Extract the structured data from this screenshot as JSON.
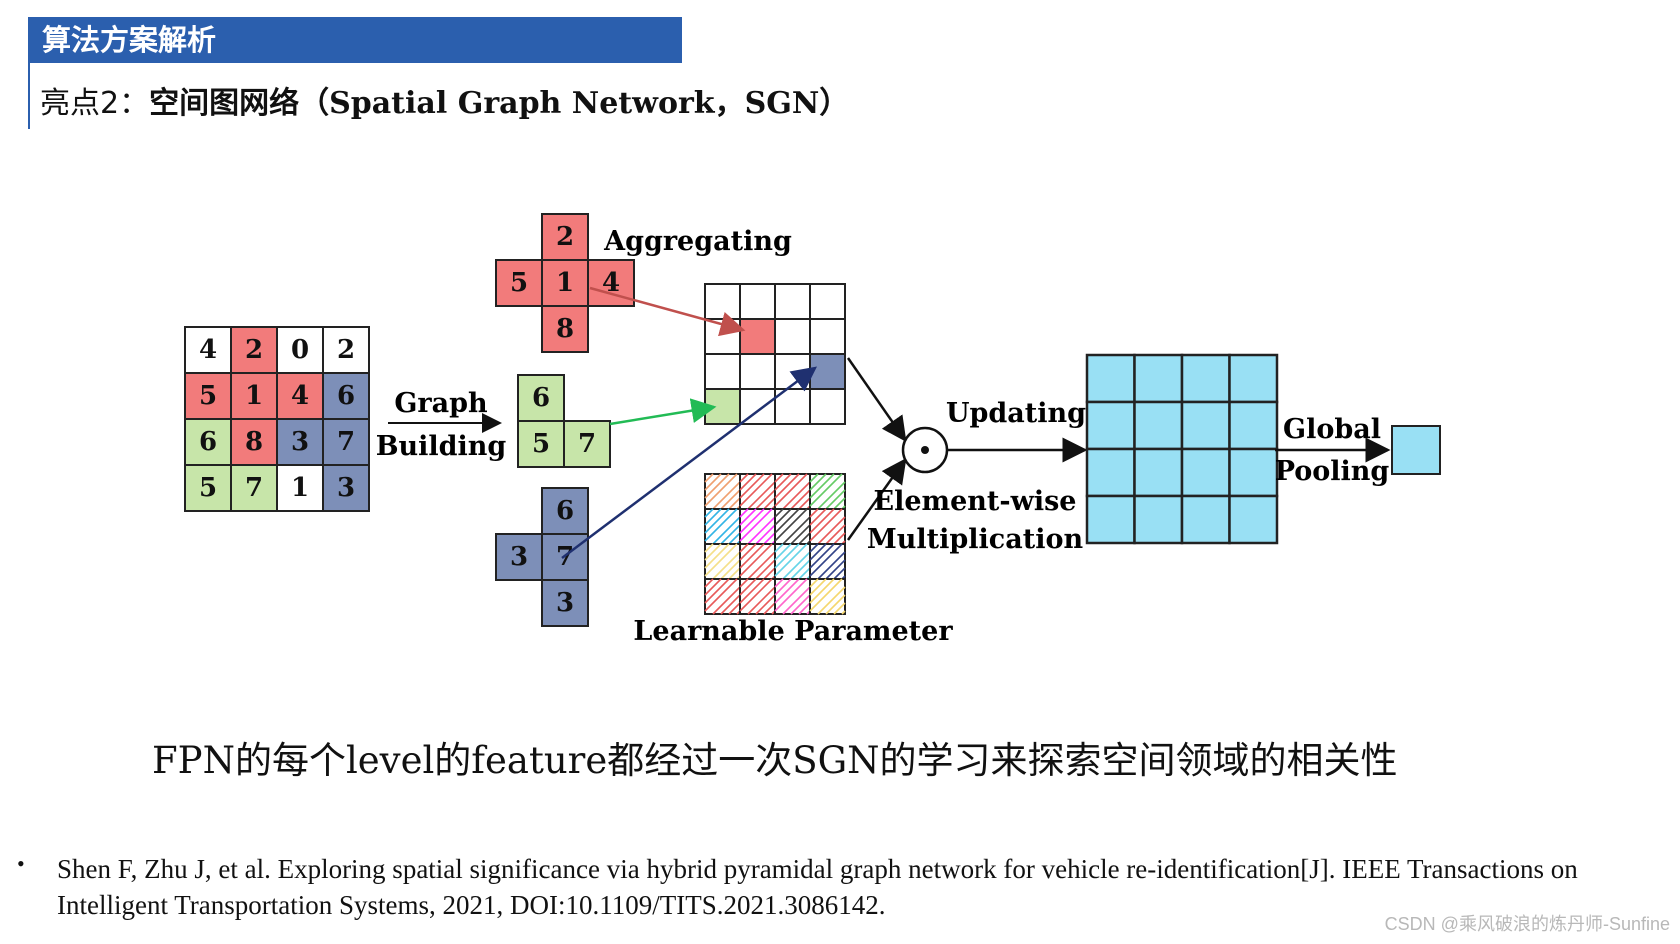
{
  "colors": {
    "title_bg": "#2b5fae",
    "red": "#f27b7b",
    "green": "#c7e5a9",
    "blue": "#7d8fb8",
    "cyan": "#99e0f4"
  },
  "header": {
    "title": "算法方案解析",
    "subtitle_prefix": "亮点2：",
    "subtitle_bold": "空间图网络（Spatial Graph Network，SGN）"
  },
  "diagram": {
    "input_grid": [
      [
        {
          "v": "4",
          "c": "w"
        },
        {
          "v": "2",
          "c": "r"
        },
        {
          "v": "0",
          "c": "w"
        },
        {
          "v": "2",
          "c": "w"
        }
      ],
      [
        {
          "v": "5",
          "c": "r"
        },
        {
          "v": "1",
          "c": "r"
        },
        {
          "v": "4",
          "c": "r"
        },
        {
          "v": "6",
          "c": "b"
        }
      ],
      [
        {
          "v": "6",
          "c": "g"
        },
        {
          "v": "8",
          "c": "r"
        },
        {
          "v": "3",
          "c": "b"
        },
        {
          "v": "7",
          "c": "b"
        }
      ],
      [
        {
          "v": "5",
          "c": "g"
        },
        {
          "v": "7",
          "c": "g"
        },
        {
          "v": "1",
          "c": "w"
        },
        {
          "v": "3",
          "c": "b"
        }
      ]
    ],
    "graph_label_1": "Graph",
    "graph_label_2": "Building",
    "red_cross": {
      "top": "2",
      "left": "5",
      "center": "1",
      "right": "4",
      "bottom": "8"
    },
    "green_shape": {
      "top": "6",
      "bottom_left": "5",
      "bottom_right": "7"
    },
    "blue_shape": {
      "top": "6",
      "left": "3",
      "center": "7",
      "bottom": "3"
    },
    "aggregating_label": "Aggregating",
    "element_wise_1": "Element-wise",
    "element_wise_2": "Multiplication",
    "updating_label": "Updating",
    "learnable_label": "Learnable Parameter",
    "global_label_1": "Global",
    "global_label_2": "Pooling",
    "hatch_colors": [
      [
        "#f0a070",
        "#e85a5a",
        "#e85a5a",
        "#66cc66"
      ],
      [
        "#33b5e5",
        "#ff33ff",
        "#444444",
        "#e85a5a"
      ],
      [
        "#f5e08a",
        "#e85a5a",
        "#66d4e8",
        "#334488"
      ],
      [
        "#e85a5a",
        "#e85a5a",
        "#ff66cc",
        "#f5d76e"
      ]
    ]
  },
  "caption": "FPN的每个level的feature都经过一次SGN的学习来探索空间领域的相关性",
  "reference": {
    "bullet": "•",
    "line1": "Shen F, Zhu J, et al. Exploring spatial significance via hybrid pyramidal graph network for vehicle re-identification[J]. IEEE Transactions on",
    "line2": "Intelligent Transportation Systems, 2021, DOI:10.1109/TITS.2021.3086142."
  },
  "watermark": "CSDN @乘风破浪的炼丹师-Sunfine"
}
